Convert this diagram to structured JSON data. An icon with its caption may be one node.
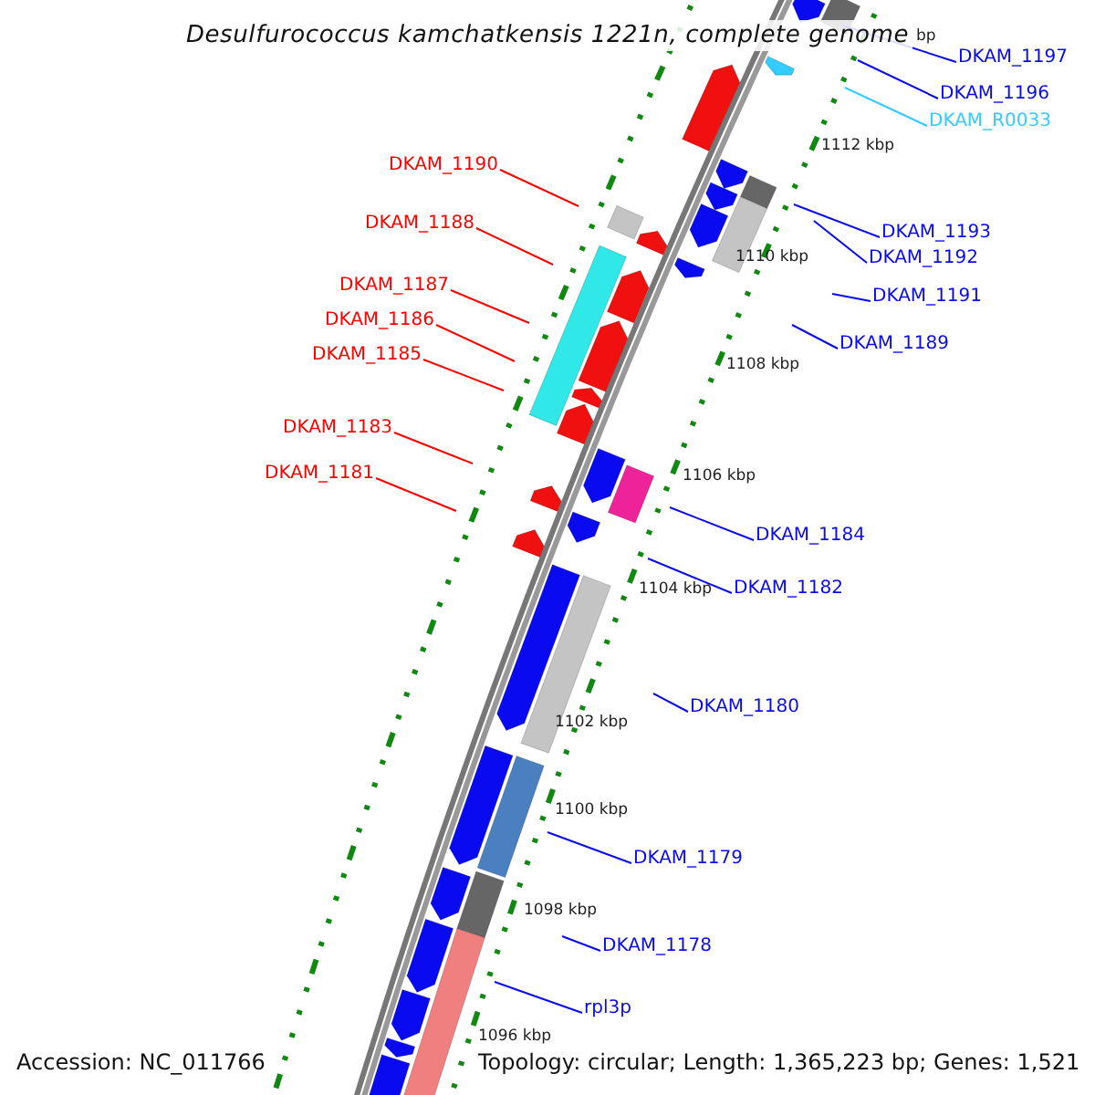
{
  "diagram": {
    "title": "Desulfurococcus kamchatkensis 1221n, complete genome",
    "nodes": [
      {
        "text": [
          "DKAM_1197"
        ]
      },
      {
        "text": [
          "DKAM_1196"
        ]
      },
      {
        "text": [
          "DKAM_R0033"
        ]
      },
      {
        "text": [
          "DKAM_1190"
        ]
      },
      {
        "text": [
          "DKAM_1188"
        ]
      },
      {
        "text": [
          "DKAM_1193"
        ]
      },
      {
        "text": [
          "DKAM_1192"
        ]
      },
      {
        "text": [
          "DKAM_1187"
        ]
      },
      {
        "text": [
          "DKAM_1191"
        ]
      },
      {
        "text": [
          "DKAM_1186"
        ]
      },
      {
        "text": [
          "DKAM_1189"
        ]
      },
      {
        "text": [
          "DKAM_1185"
        ]
      },
      {
        "text": [
          "DKAM_1183"
        ]
      },
      {
        "text": [
          "DKAM_1181"
        ]
      },
      {
        "text": [
          "DKAM_1184"
        ]
      },
      {
        "text": [
          "DKAM_1182"
        ]
      },
      {
        "text": [
          "DKAM_1180"
        ]
      },
      {
        "text": [
          "DKAM_1179"
        ]
      },
      {
        "text": [
          "DKAM_1178"
        ]
      },
      {
        "text": [
          "rpl3p"
        ]
      }
    ],
    "edges": [
      {
        "from": 0,
        "to": null,
        "arrow": "none"
      },
      {
        "from": 1,
        "to": null,
        "arrow": "none"
      },
      {
        "from": 2,
        "to": null,
        "arrow": "none",
        "color": "#33ccff"
      },
      {
        "from": 3,
        "to": null,
        "arrow": "none",
        "color": "#ff0000"
      },
      {
        "from": 4,
        "to": null,
        "arrow": "none",
        "color": "#ff0000"
      },
      {
        "from": 5,
        "to": null,
        "arrow": "none"
      },
      {
        "from": 6,
        "to": null,
        "arrow": "none"
      },
      {
        "from": 7,
        "to": null,
        "arrow": "none",
        "color": "#ff0000"
      },
      {
        "from": 8,
        "to": null,
        "arrow": "none"
      },
      {
        "from": 9,
        "to": null,
        "arrow": "none",
        "color": "#ff0000"
      },
      {
        "from": 10,
        "to": null,
        "arrow": "none"
      },
      {
        "from": 11,
        "to": null,
        "arrow": "none",
        "color": "#ff0000"
      },
      {
        "from": 12,
        "to": null,
        "arrow": "none",
        "color": "#ff0000"
      },
      {
        "from": 13,
        "to": null,
        "arrow": "none",
        "color": "#ff0000"
      },
      {
        "from": 14,
        "to": null,
        "arrow": "none"
      },
      {
        "from": 15,
        "to": null,
        "arrow": "none"
      },
      {
        "from": 16,
        "to": null,
        "arrow": "none"
      },
      {
        "from": 17,
        "to": null,
        "arrow": "none"
      },
      {
        "from": 18,
        "to": null,
        "arrow": "none"
      },
      {
        "from": 19,
        "to": null,
        "arrow": "none"
      }
    ],
    "labels": [
      "bp",
      "1112 kbp",
      "1110 kbp",
      "1108 kbp",
      "1106 kbp",
      "1104 kbp",
      "1102 kbp",
      "1100 kbp",
      "1098 kbp",
      "1096 kbp",
      "Accession: NC_011766",
      "Topology: circular; Length: 1,365,223 bp; Genes: 1,521"
    ]
  }
}
